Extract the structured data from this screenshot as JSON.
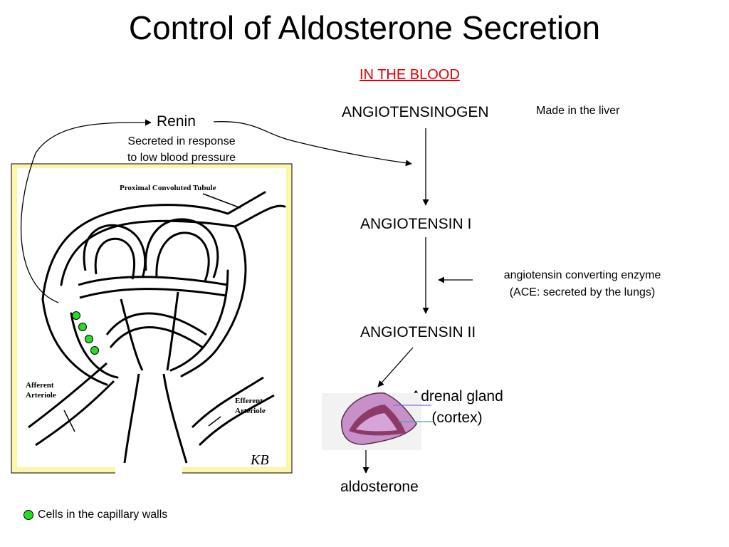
{
  "title": "Control of Aldosterone Secretion",
  "section_label": "IN THE BLOOD",
  "steps": {
    "angiotensinogen": "ANGIOTENSINOGEN",
    "angiotensinogen_note": "Made in the liver",
    "angiotensin_1": "ANGIOTENSIN I",
    "ace_line1": "angiotensin converting enzyme",
    "ace_line2": "(ACE: secreted by the lungs)",
    "angiotensin_2": "ANGIOTENSIN II",
    "adrenal_line1": "Adrenal gland",
    "adrenal_line2": "(cortex)",
    "aldosterone": "aldosterone"
  },
  "renin": {
    "label": "Renin",
    "note_line1": "Secreted in response",
    "note_line2": "to low blood pressure"
  },
  "kidney": {
    "tubule_label": "Proximal Convoluted Tubule",
    "afferent_line1": "Afferent",
    "afferent_line2": "Arteriole",
    "efferent_line1": "Efferent",
    "efferent_line2": "Arteriole",
    "signature": "KB"
  },
  "legend": {
    "label": "Cells in the capillary walls",
    "color": "#22dd22"
  },
  "colors": {
    "highlight": "#e00000",
    "panel_border": "#f4ee8a",
    "gland_outer": "#c890c8",
    "gland_inner": "#8c3a6a"
  }
}
